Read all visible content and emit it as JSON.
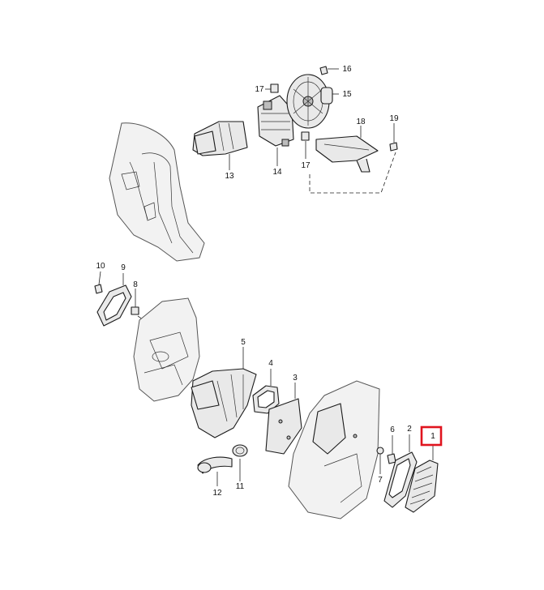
{
  "callouts": [
    {
      "id": "1",
      "label": "1",
      "highlighted": true
    },
    {
      "id": "2",
      "label": "2"
    },
    {
      "id": "3",
      "label": "3"
    },
    {
      "id": "4",
      "label": "4"
    },
    {
      "id": "5",
      "label": "5"
    },
    {
      "id": "6",
      "label": "6"
    },
    {
      "id": "7",
      "label": "7"
    },
    {
      "id": "8",
      "label": "8"
    },
    {
      "id": "9",
      "label": "9"
    },
    {
      "id": "10",
      "label": "10"
    },
    {
      "id": "11",
      "label": "11"
    },
    {
      "id": "12",
      "label": "12"
    },
    {
      "id": "13",
      "label": "13"
    },
    {
      "id": "14",
      "label": "14"
    },
    {
      "id": "15",
      "label": "15"
    },
    {
      "id": "16",
      "label": "16"
    },
    {
      "id": "17a",
      "label": "17"
    },
    {
      "id": "17b",
      "label": "17"
    },
    {
      "id": "18",
      "label": "18"
    },
    {
      "id": "19",
      "label": "19"
    }
  ],
  "colors": {
    "highlight": "#e0141e",
    "line": "#1a1a1a",
    "background": "#ffffff"
  }
}
